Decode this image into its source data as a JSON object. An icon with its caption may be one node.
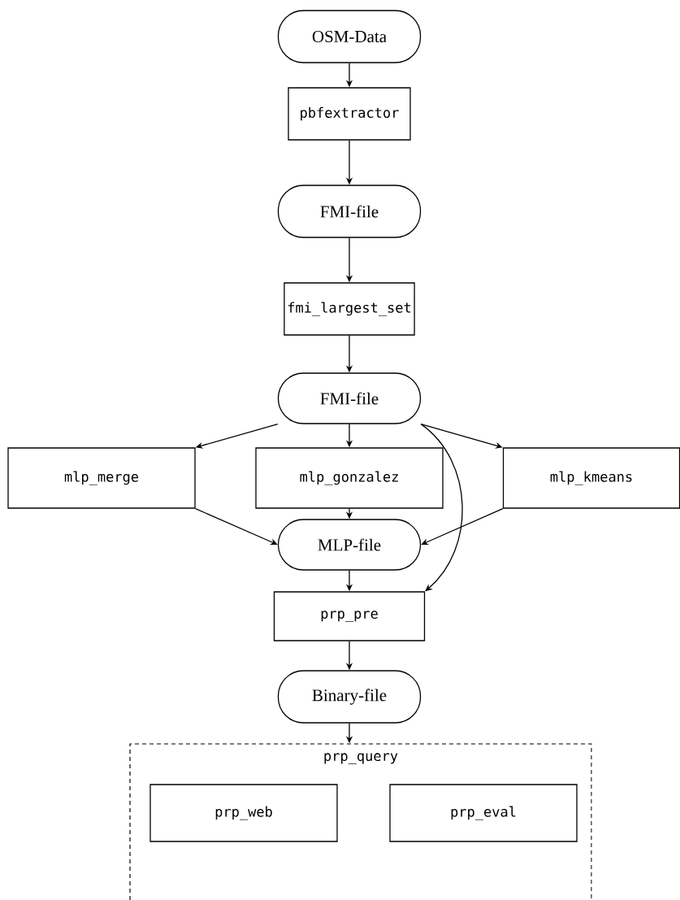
{
  "diagram": {
    "nodes": [
      {
        "text": [
          "OSM-Data"
        ]
      },
      {
        "text": [
          "pbfextractor"
        ]
      },
      {
        "text": [
          "FMI-file"
        ]
      },
      {
        "text": [
          "fmi_largest_set"
        ]
      },
      {
        "text": [
          "FMI-file"
        ]
      },
      {
        "text": [
          "mlp_merge"
        ]
      },
      {
        "text": [
          "mlp_gonzalez"
        ]
      },
      {
        "text": [
          "mlp_kmeans"
        ]
      },
      {
        "text": [
          "MLP-file"
        ]
      },
      {
        "text": [
          "prp_pre"
        ]
      },
      {
        "text": [
          "Binary-file"
        ]
      },
      {
        "text": [
          "prp_query"
        ]
      },
      {
        "text": [
          "prp_web"
        ],
        "in": 11
      },
      {
        "text": [
          "prp_eval"
        ],
        "in": 11
      }
    ],
    "edges": [
      {
        "from": 0,
        "to": 1,
        "arrow": "to"
      },
      {
        "from": 1,
        "to": 2,
        "arrow": "to"
      },
      {
        "from": 2,
        "to": 3,
        "arrow": "to"
      },
      {
        "from": 3,
        "to": 4,
        "arrow": "to"
      },
      {
        "from": 4,
        "to": 5,
        "arrow": "to"
      },
      {
        "from": 4,
        "to": 6,
        "arrow": "to"
      },
      {
        "from": 4,
        "to": 7,
        "arrow": "to"
      },
      {
        "from": 5,
        "to": 8,
        "arrow": "to"
      },
      {
        "from": 6,
        "to": 8,
        "arrow": "to"
      },
      {
        "from": 7,
        "to": 8,
        "arrow": "to"
      },
      {
        "from": 4,
        "to": 9,
        "arrow": "to"
      },
      {
        "from": 8,
        "to": 9,
        "arrow": "to"
      },
      {
        "from": 9,
        "to": 10,
        "arrow": "to"
      },
      {
        "from": 10,
        "to": 11,
        "arrow": "to"
      }
    ]
  }
}
